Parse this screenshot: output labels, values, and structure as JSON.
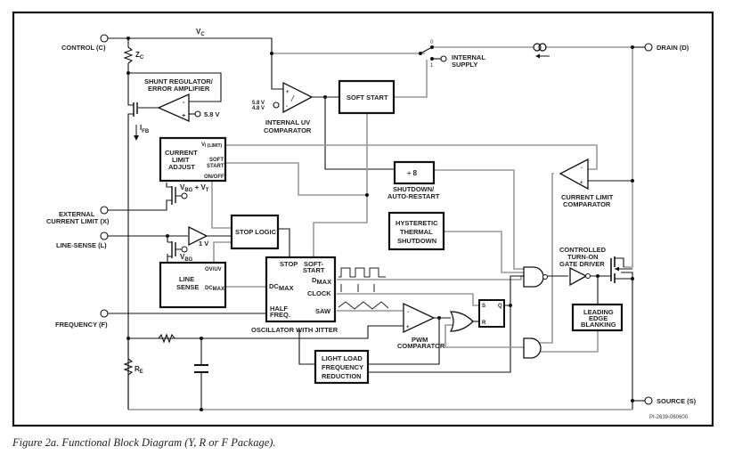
{
  "figure": {
    "caption": "Figure 2a. Functional Block Diagram (Y, R or F Package).",
    "part_number": "PI-2639-060600"
  },
  "pins": {
    "control": "CONTROL (C)",
    "external_current_limit_1": "EXTERNAL",
    "external_current_limit_2": "CURRENT LIMIT (X)",
    "line_sense": "LINE-SENSE (L)",
    "frequency": "FREQUENCY (F)",
    "drain": "DRAIN (D)",
    "source": "SOURCE (S)",
    "internal_supply_1": "INTERNAL",
    "internal_supply_2": "SUPPLY"
  },
  "signals": {
    "vc": "V",
    "vc_sub": "C",
    "zc": "Z",
    "zc_sub": "C",
    "ifb": "I",
    "ifb_sub": "FB",
    "re": "R",
    "re_sub": "E",
    "vbg_vt": "V",
    "vbg_vt_sub": "BG",
    "vbg_vt_rest": " + V",
    "vbg_vt_sub2": "T",
    "vbg": "V",
    "vbg_sub": "BG",
    "ref_5v8": "5.8 V",
    "uv_5v8": "5.8 V",
    "uv_4v8": "4.8 V",
    "ref_1v": "1 V",
    "switch_0": "0",
    "switch_1": "1"
  },
  "blocks": {
    "shunt_regulator": [
      "SHUNT REGULATOR/",
      "ERROR AMPLIFIER"
    ],
    "internal_uv": [
      "INTERNAL UV",
      "COMPARATOR"
    ],
    "soft_start": "SOFT START",
    "current_limit_adjust": {
      "title": [
        "CURRENT",
        "LIMIT",
        "ADJUST"
      ],
      "vilimit": "V",
      "vilimit_sub": "I (LIMIT)",
      "soft_start": [
        "SOFT",
        "START"
      ],
      "on_off_bar": "ON",
      "on_off": "/OFF"
    },
    "divide_by_8": "÷ 8",
    "shutdown": [
      "SHUTDOWN/",
      "AUTO-RESTART"
    ],
    "current_limit_comparator": [
      "CURRENT LIMIT",
      "COMPARATOR"
    ],
    "stop_logic": "STOP LOGIC",
    "hysteretic": [
      "HYSTERETIC",
      "THERMAL",
      "SHUTDOWN"
    ],
    "gate_driver": [
      "CONTROLLED",
      "TURN-ON",
      "GATE DRIVER"
    ],
    "line_sense": {
      "title": [
        "LINE",
        "SENSE"
      ],
      "ov_uv": "OV/UV",
      "dcmax": "DC",
      "dcmax_sub": "MAX"
    },
    "oscillator": {
      "title": "OSCILLATOR WITH JITTER",
      "stop": "STOP",
      "soft_start": [
        "SOFT-",
        "START"
      ],
      "dcmax": "DC",
      "dcmax_sub": "MAX",
      "dmax": "D",
      "dmax_sub": "MAX",
      "clock": "CLOCK",
      "half_freq": [
        "HALF",
        "FREQ."
      ],
      "saw": "SAW"
    },
    "pwm": [
      "PWM",
      "COMPARATOR"
    ],
    "latch": {
      "s": "S",
      "r": "R",
      "q": "Q"
    },
    "leading_edge": [
      "LEADING",
      "EDGE",
      "BLANKING"
    ],
    "light_load": [
      "LIGHT LOAD",
      "FREQUENCY",
      "REDUCTION"
    ]
  }
}
